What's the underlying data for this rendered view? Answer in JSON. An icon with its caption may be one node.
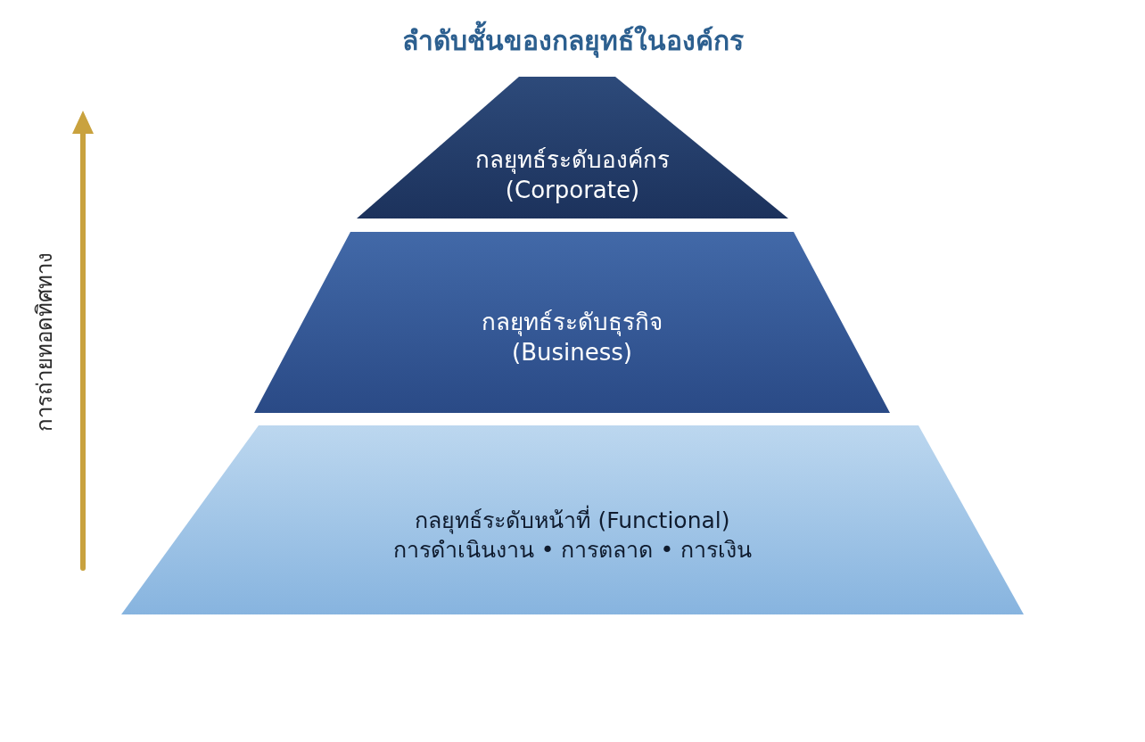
{
  "diagram": {
    "title": "ลำดับชั้นของกลยุทธ์ในองค์กร",
    "nodes": [
      {
        "text": [
          "กลยุทธ์ระดับองค์กร (Corporate)"
        ]
      },
      {
        "text": [
          "กลยุทธ์ระดับธุรกิจ (Business)"
        ]
      },
      {
        "text": [
          "กลยุทธ์ระดับหน้าที่ (Functional)",
          "การดำเนินงาน • การตลาด • การเงิน"
        ]
      }
    ],
    "labels": [
      "การถ่ายทอดทิศทาง"
    ]
  }
}
